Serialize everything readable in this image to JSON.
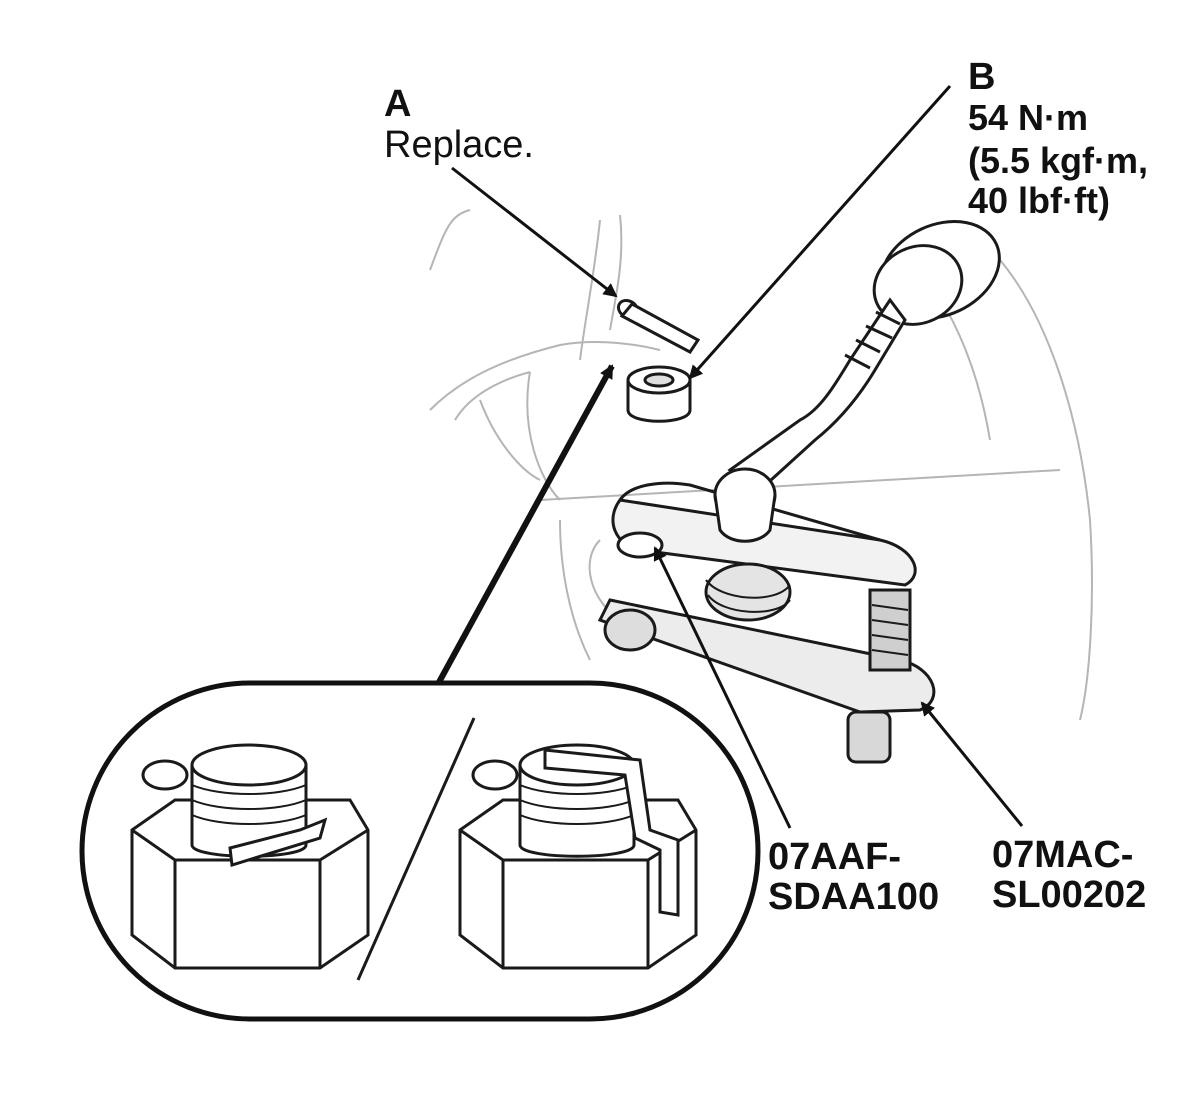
{
  "callouts": {
    "a": {
      "letter": "A",
      "note": "Replace."
    },
    "b": {
      "letter": "B",
      "lines": [
        "54 N·m",
        "(5.5 kgf·m,",
        "40 lbf·ft)"
      ]
    }
  },
  "tools": [
    {
      "lines": [
        "07AAF-",
        "SDAA100"
      ]
    },
    {
      "lines": [
        "07MAC-",
        "SL00202"
      ]
    }
  ],
  "parts": {
    "cotter_pin": "cotter-pin",
    "castle_nut": "castle-nut",
    "drive_shaft": "drive-shaft",
    "ball_joint_remover": "ball-joint-remover-tool",
    "inset": "cotter-pin-installation-detail"
  },
  "colors": {
    "line": "#1a1a1a",
    "light_line": "#b5b5b5",
    "background": "#ffffff"
  }
}
